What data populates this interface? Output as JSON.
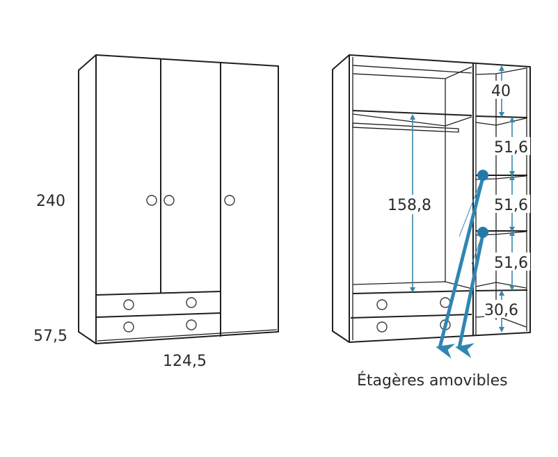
{
  "diagram": {
    "title": "Wardrobe dimension drawing",
    "accent_color": "#3a86a8",
    "dot_color": "#2479ab",
    "line_color": "#1e1e1e",
    "closed_view": {
      "height_label": "240",
      "depth_label": "57,5",
      "width_label": "124,5",
      "doors": 3,
      "drawers": 2
    },
    "open_view": {
      "hanging_height_label": "158,8",
      "shelf_gaps": [
        {
          "label": "40"
        },
        {
          "label": "51,6"
        },
        {
          "label": "51,6"
        },
        {
          "label": "51,6"
        },
        {
          "label": "30,6"
        }
      ],
      "callout_label": "Étagères amovibles"
    }
  }
}
